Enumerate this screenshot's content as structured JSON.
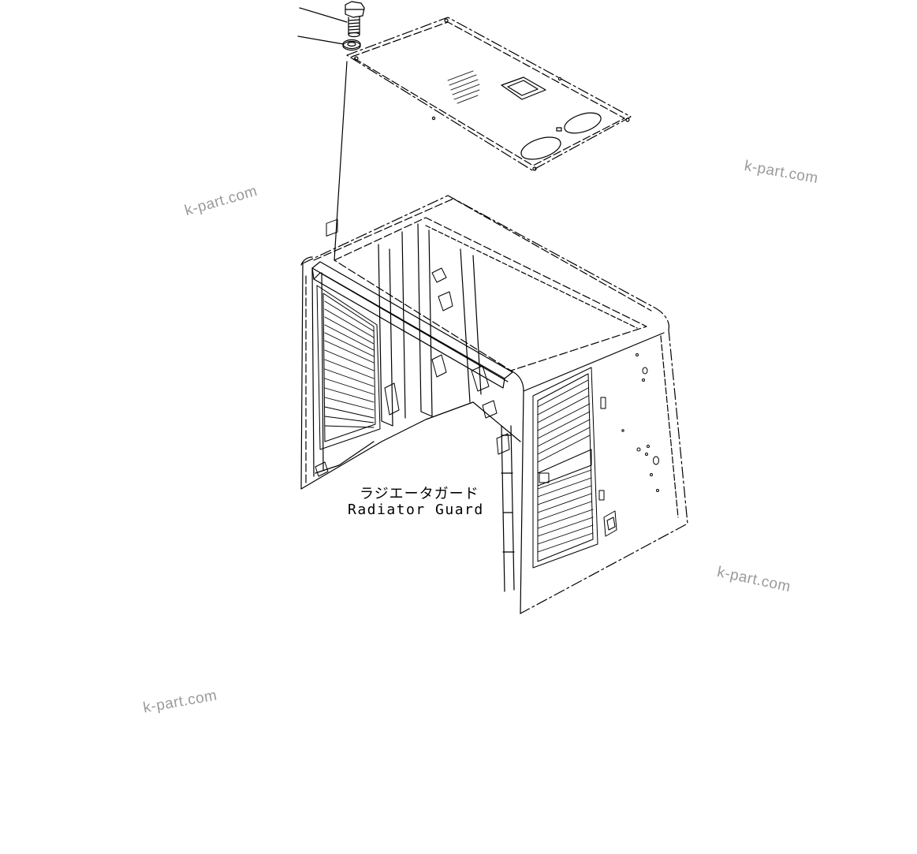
{
  "diagram": {
    "part_label_jp": "ラジエータガード",
    "part_label_en": "Radiator Guard"
  },
  "watermarks": [
    "k-part.com",
    "k-part.com",
    "k-part.com",
    "k-part.com"
  ],
  "colors": {
    "line": "#000000",
    "watermark": "#9a9a9a",
    "background": "#ffffff"
  }
}
